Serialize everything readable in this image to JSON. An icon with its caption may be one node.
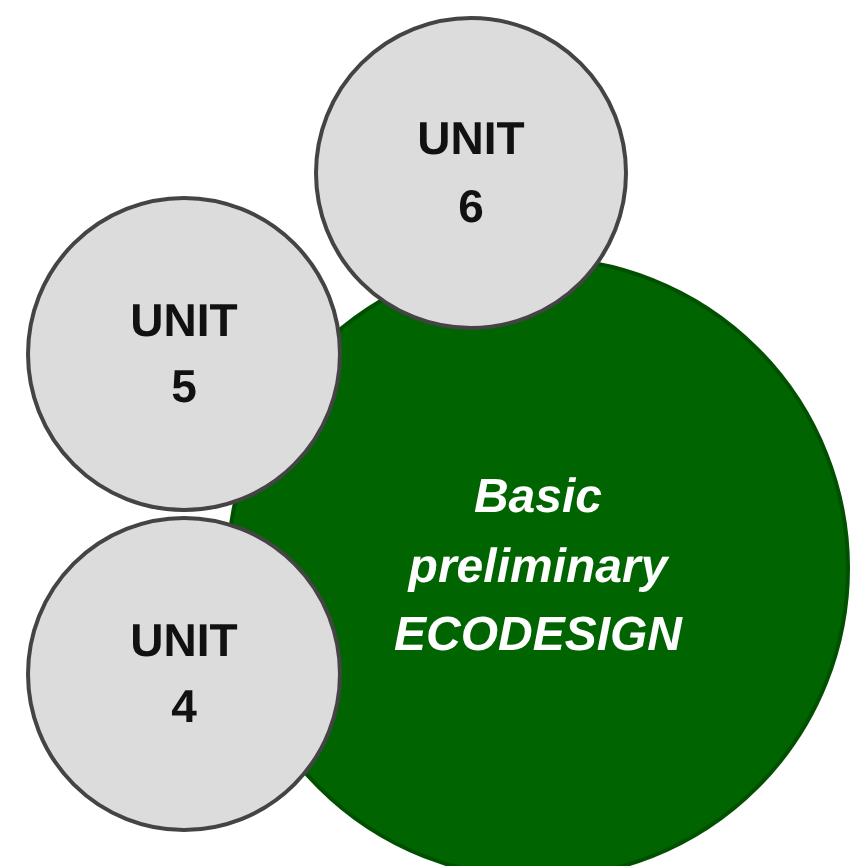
{
  "diagram": {
    "nodes": [
      {
        "text": [
          "Basic preliminary ECODESIGN"
        ]
      },
      {
        "text": [
          "UNIT 6"
        ]
      },
      {
        "text": [
          "UNIT 5"
        ]
      },
      {
        "text": [
          "UNIT 4"
        ]
      }
    ]
  }
}
